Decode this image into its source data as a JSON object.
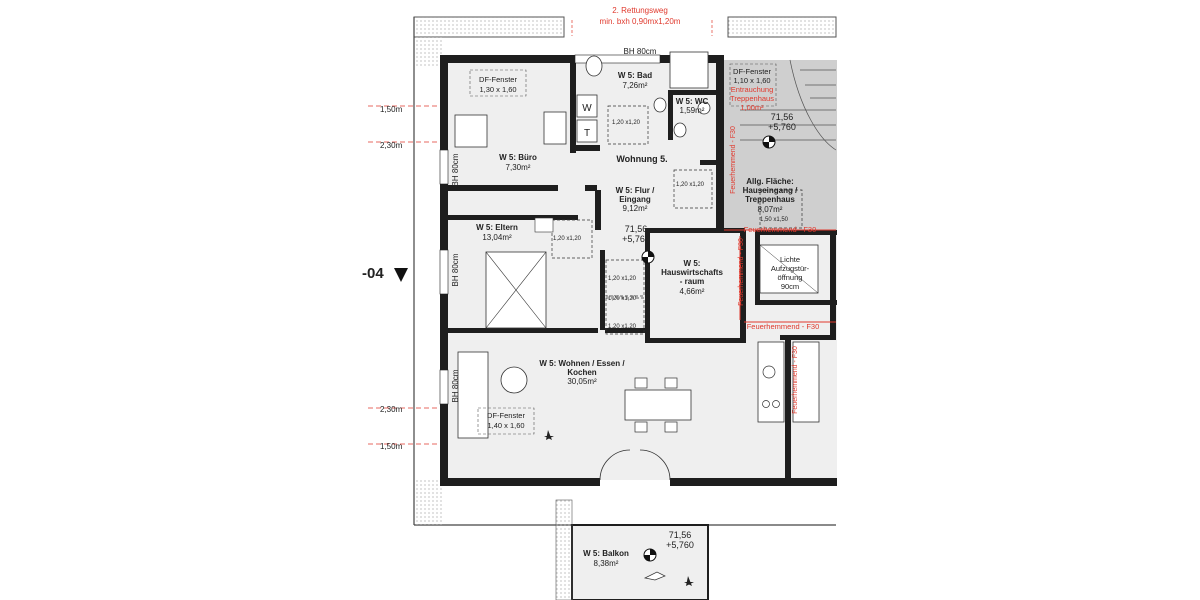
{
  "rescue": {
    "line1": "2. Rettungsweg",
    "line2": "min. bxh 0,90mx1,20m"
  },
  "level_marker": "-04",
  "dims": {
    "d150_top": "1,50m",
    "d230_top": "2,30m",
    "d230_bot": "2,30m",
    "d150_bot": "1,50m"
  },
  "window_labels": {
    "bh_top": "BH 80cm",
    "bh_left1": "BH 80cm",
    "bh_left2": "BH 80cm",
    "bh_left3": "BH 80cm"
  },
  "skylights": {
    "df1_a": "DF-Fenster",
    "df1_b": "1,30 x 1,60",
    "df2_a": "DF-Fenster",
    "df2_b": "1,40 x 1,60",
    "df3_a": "DF-Fenster",
    "df3_b": "1,10 x 1,60",
    "df3_c": "Entrauchung",
    "df3_d": "Treppenhaus",
    "df3_e": "1,00m²"
  },
  "rooms": {
    "bad_name": "W 5: Bad",
    "bad_area": "7,26m²",
    "wc_name": "W 5: WC",
    "wc_area": "1,59m²",
    "buero_name": "W 5: Büro",
    "buero_area": "7,30m²",
    "wohnung": "Wohnung 5.",
    "flur_name1": "W 5: Flur /",
    "flur_name2": "Eingang",
    "flur_area": "9,12m²",
    "eltern_name": "W 5: Eltern",
    "eltern_area": "13,04m²",
    "hwr_name1": "W 5:",
    "hwr_name2": "Hauswirtschafts",
    "hwr_name3": "- raum",
    "hwr_area": "4,66m²",
    "wohnen_name1": "W 5: Wohnen / Essen /",
    "wohnen_name2": "Kochen",
    "wohnen_area": "30,05m²",
    "balkon_name": "W 5: Balkon",
    "balkon_area": "8,38m²",
    "allg1": "Allg. Fläche:",
    "allg2": "Hauseingang /",
    "allg3": "Treppenhaus",
    "allg_area": "8,07m²",
    "aufzug1": "Lichte",
    "aufzug2": "Aufzugstür-",
    "aufzug3": "öffnung",
    "aufzug4": "90cm"
  },
  "levels": {
    "l1a": "71,56",
    "l1b": "+5,760",
    "l2a": "71,56",
    "l2b": "+5,760",
    "l3a": "71,56",
    "l3b": "+5,760"
  },
  "clearances": {
    "c1": "1,20 x1,20",
    "c2": "1,20 x1,20",
    "c3": "1,20 x1,20",
    "c4": "1,20 x1,20",
    "c5": "1,20 x1,20",
    "c6": "1,20 x1,20",
    "c7": "1,50 x1,50"
  },
  "fire_labels": {
    "f1": "Feuerhemmend - F30",
    "f2": "Feuerhemmend - F30",
    "f3": "Feuerhemmend - F30",
    "f4": "Feuerhemmend - F30",
    "f5": "Feuerhemmend - F30"
  },
  "fixtures": {
    "wm": "W",
    "tr": "T"
  },
  "colors": {
    "wall": "#1e1e1e",
    "floor": "#efefef",
    "stair": "#cfcfcf",
    "fire": "#e0392d"
  }
}
